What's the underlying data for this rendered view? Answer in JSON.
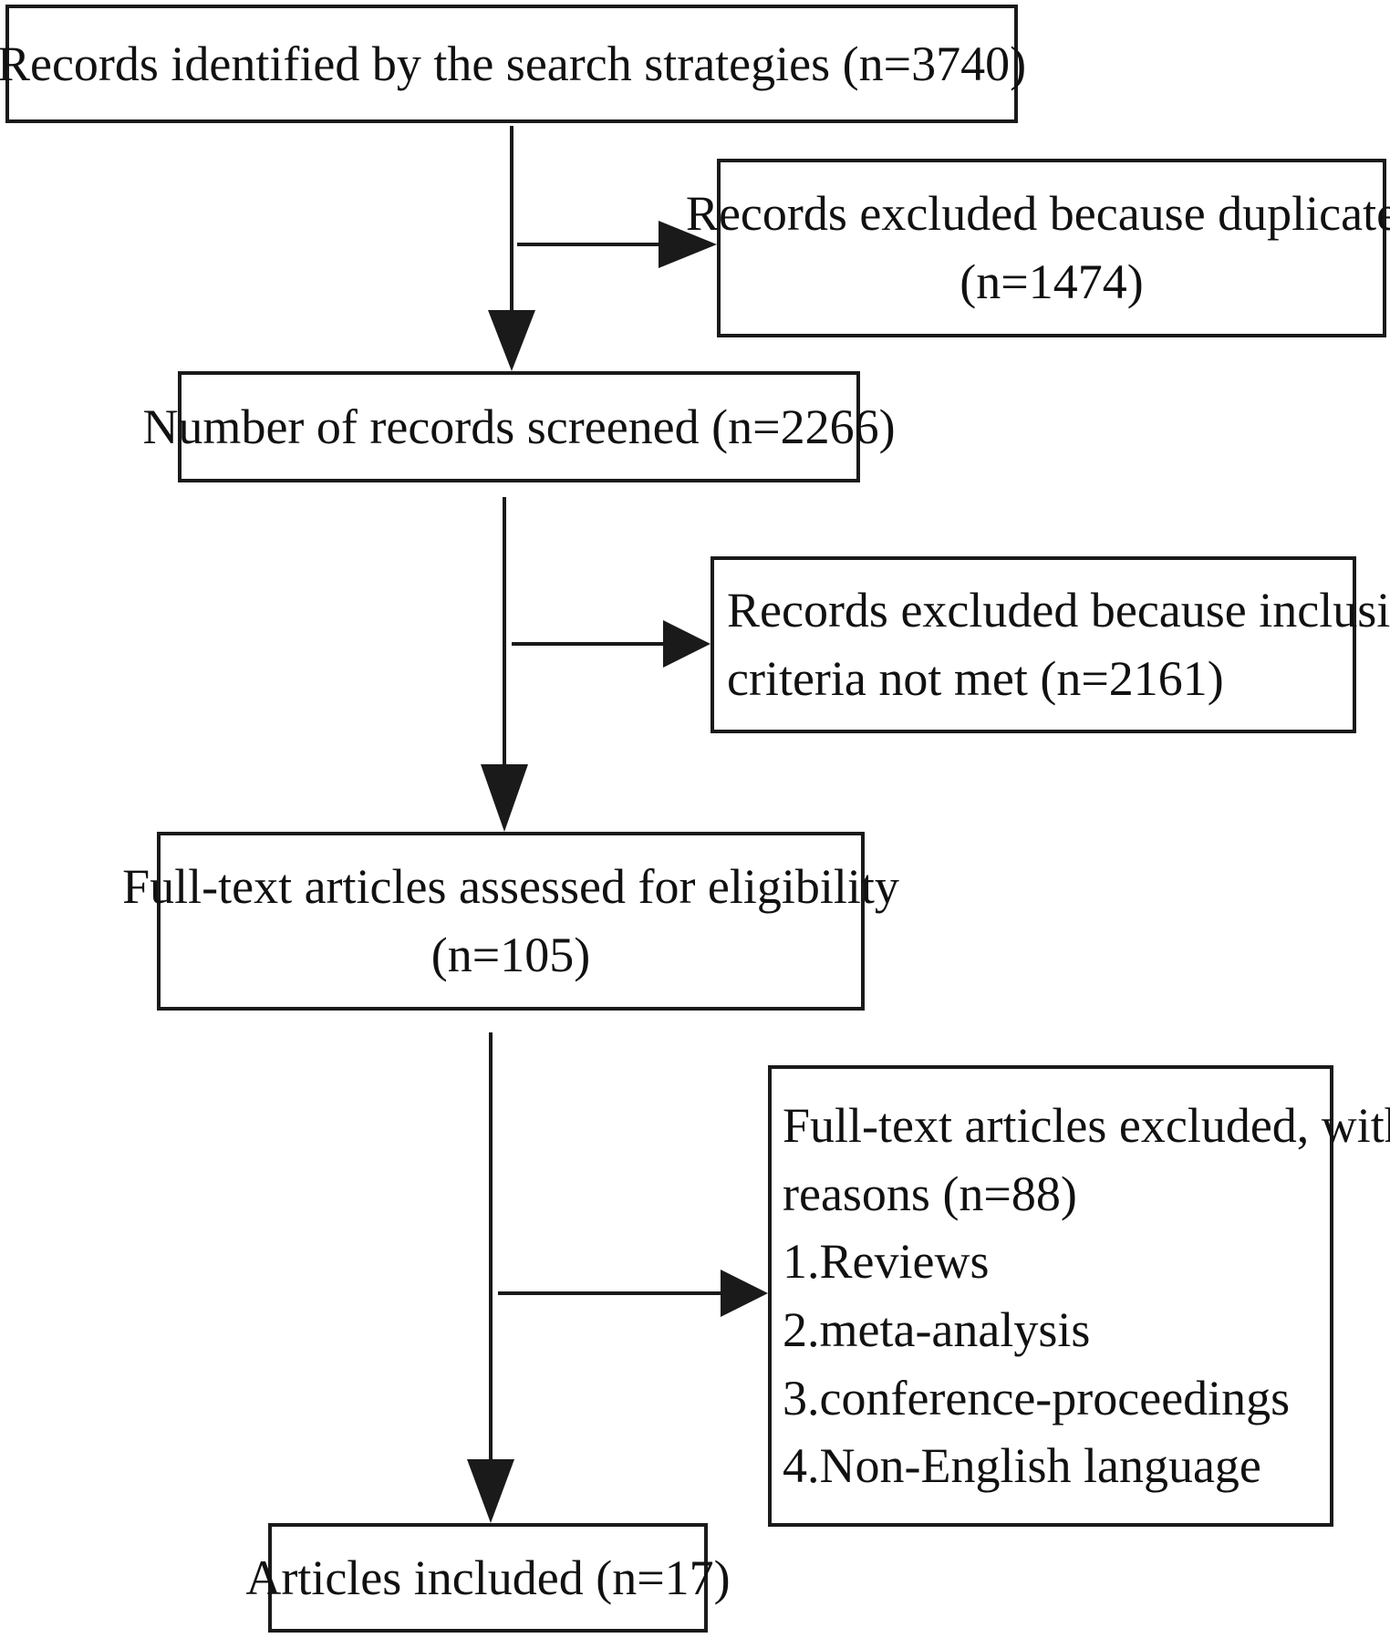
{
  "flowchart": {
    "identified": {
      "lines": [
        "Records identified by the search strategies (n=3740)"
      ]
    },
    "duplicates": {
      "lines": [
        "Records excluded because duplicates",
        "(n=1474)"
      ]
    },
    "screened": {
      "lines": [
        "Number of records screened (n=2266)"
      ]
    },
    "criteria": {
      "lines": [
        "Records excluded because inclusion",
        "criteria not met (n=2161)"
      ]
    },
    "fulltext": {
      "lines": [
        "Full-text articles assessed for eligibility",
        "(n=105)"
      ]
    },
    "excluded": {
      "lines": [
        "Full-text articles excluded, with",
        "reasons (n=88)",
        "1.Reviews",
        "2.meta-analysis",
        "3.conference-proceedings",
        "4.Non-English language"
      ]
    },
    "included": {
      "lines": [
        "Articles included (n=17)"
      ]
    }
  }
}
